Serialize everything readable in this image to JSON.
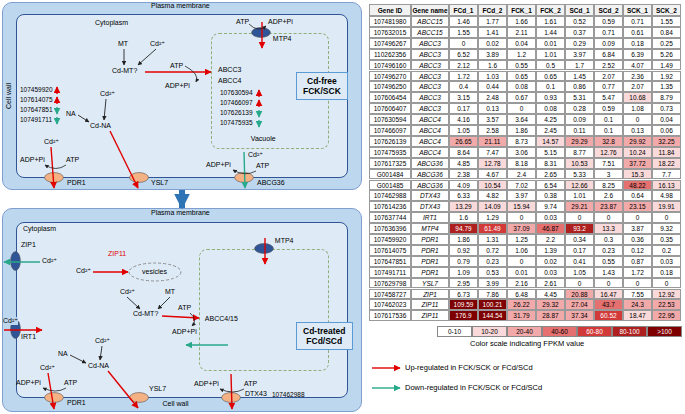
{
  "diagram": {
    "nodes": [
      {
        "text": [
          "Cell wall"
        ]
      },
      {
        "text": [
          "Plasma membrane",
          "Cytoplasm"
        ],
        "in": 0
      },
      {
        "text": [
          "Vacuole"
        ],
        "in": 1
      },
      {
        "text": [
          "MTP4"
        ],
        "in": 2
      },
      {
        "text": [
          "PDR1"
        ],
        "in": 1
      },
      {
        "text": [
          "YSL7"
        ],
        "in": 1
      },
      {
        "text": [
          "ABCG36"
        ],
        "in": 1
      },
      {
        "text": [
          "Cd-free",
          "FCK/SCK"
        ]
      },
      {
        "text": [
          "Cell wall"
        ]
      },
      {
        "text": [
          "Plasma membrane",
          "Cytoplasm"
        ],
        "in": 8
      },
      {
        "text": [
          "ABCC4/15"
        ],
        "in": 9
      },
      {
        "text": [
          "MTP4"
        ],
        "in": 10
      },
      {
        "text": [
          "ZIP1"
        ],
        "in": 9
      },
      {
        "text": [
          "IRT1"
        ],
        "in": 9
      },
      {
        "text": [
          "PDR1"
        ],
        "in": 9
      },
      {
        "text": [
          "YSL7"
        ],
        "in": 9
      },
      {
        "text": [
          "DTX43"
        ],
        "in": 9
      },
      {
        "text": [
          "Cd-treated",
          "FCd/SCd"
        ]
      }
    ],
    "edges": [
      {
        "from": 0,
        "to": 8,
        "arrow": "to"
      }
    ],
    "labels": [
      "MT",
      "Cd²⁺",
      "Cd-MT?",
      "ATP",
      "ADP+Pi",
      "ABCC3",
      "ABCC4",
      "107630594",
      "107466097",
      "107626139",
      "107475935",
      "ADP+Pi",
      "ATP",
      "Cd²⁺",
      "NA",
      "Cd-NA",
      "107459920",
      "107614075",
      "107647851",
      "107491711",
      "Cd²⁺",
      "ADP+Pi",
      "ATP",
      "Cd²⁺",
      "ADP+Pi",
      "ATP",
      "Cd²⁺",
      "ZIP11",
      "Cd²⁺",
      "vesicles",
      "MT",
      "Cd²⁺",
      "Cd-MT?",
      "ATP",
      "ADP+Pi",
      "Cd²⁺",
      "Cd²⁺",
      "NA",
      "Cd-NA",
      "Cd²⁺",
      "ADP+Pi",
      "ATP",
      "ADP+Pi",
      "ATP",
      "107462988",
      "Gene ID",
      "Gene name",
      "FCd_1",
      "FCd_2",
      "FCK_1",
      "FCK_2",
      "SCd_1",
      "SCd_2",
      "SCK_1",
      "SCK_2",
      "107481980",
      "ABCC15",
      "1.46",
      "1.77",
      "1.66",
      "1.61",
      "0.52",
      "0.59",
      "0.71",
      "1.55",
      "107632015",
      "ABCC15",
      "1.55",
      "1.41",
      "2.11",
      "1.44",
      "0.37",
      "0.71",
      "0.61",
      "0.84",
      "107496267",
      "ABCC3",
      "0",
      "0.02",
      "0.04",
      "0.01",
      "0.29",
      "0.09",
      "0.18",
      "0.25",
      "110262356",
      "ABCC3",
      "6.52",
      "3.89",
      "1.2",
      "1.01",
      "3.97",
      "6.84",
      "6.39",
      "5.26",
      "107496160",
      "ABCC3",
      "2.12",
      "1.6",
      "0.55",
      "0.5",
      "1.7",
      "2.52",
      "4.07",
      "1.49",
      "107496270",
      "ABCC3",
      "1.72",
      "1.03",
      "0.65",
      "0.65",
      "1.45",
      "2.07",
      "2.36",
      "1.92",
      "107496250",
      "ABCC3",
      "0.4",
      "0.44",
      "0.08",
      "0.1",
      "0.86",
      "0.77",
      "2.07",
      "1.35",
      "107606454",
      "ABCC3",
      "3.15",
      "2.48",
      "0.67",
      "0.93",
      "5.31",
      "5.47",
      "10.68",
      "8.79",
      "107606407",
      "ABCC3",
      "0.17",
      "0.13",
      "0",
      "0.08",
      "0.28",
      "0.59",
      "1.08",
      "0.73",
      "107630594",
      "ABCC4",
      "4.16",
      "3.57",
      "3.64",
      "4.25",
      "0.09",
      "0.1",
      "0",
      "0.04",
      "107466097",
      "ABCC4",
      "1.05",
      "2.58",
      "1.86",
      "2.45",
      "0.11",
      "0.1",
      "0.13",
      "0.06",
      "107626139",
      "ABCC4",
      "26.65",
      "21.11",
      "8.73",
      "14.57",
      "29.29",
      "32.8",
      "29.92",
      "32.25",
      "107475935",
      "ABCC4",
      "8.64",
      "7.47",
      "3.06",
      "5.15",
      "8.77",
      "12.76",
      "10.24",
      "11.84",
      "107617325",
      "ABCG36",
      "4.85",
      "12.78",
      "8.18",
      "8.31",
      "10.53",
      "7.51",
      "37.72",
      "18.22",
      "G001484",
      "ABCG36",
      "2.38",
      "4.67",
      "2.4",
      "2.65",
      "5.33",
      "3",
      "15.3",
      "7.7",
      "G001485",
      "ABCG36",
      "4.09",
      "10.54",
      "7.02",
      "6.54",
      "12.66",
      "8.25",
      "48.22",
      "16.13",
      "107462988",
      "DTX43",
      "6.33",
      "4.82",
      "3.97",
      "0.38",
      "1.01",
      "2.6",
      "0.64",
      "4.98",
      "107614236",
      "DTX43",
      "13.29",
      "14.09",
      "15.94",
      "9.74",
      "29.21",
      "23.87",
      "23.15",
      "19.91",
      "107637744",
      "IRT1",
      "1.6",
      "1.29",
      "0",
      "0.03",
      "0",
      "0",
      "0",
      "0",
      "107636396",
      "MTP4",
      "94.79",
      "61.49",
      "37.09",
      "46.87",
      "93.2",
      "13.3",
      "3.87",
      "9.32",
      "107459920",
      "PDR1",
      "1.86",
      "1.31",
      "1.25",
      "2.2",
      "0.34",
      "0.3",
      "0.36",
      "0.35",
      "107614075",
      "PDR1",
      "0.92",
      "0.72",
      "1.06",
      "1.39",
      "0.17",
      "0.23",
      "0.12",
      "0.2",
      "107647851",
      "PDR1",
      "0.79",
      "0.23",
      "0",
      "0.02",
      "0.41",
      "0.55",
      "0.87",
      "0.03",
      "107491711",
      "PDR1",
      "1.09",
      "0.53",
      "0.01",
      "0.03",
      "1.05",
      "1.43",
      "1.72",
      "0.18",
      "107629798",
      "YSL7",
      "2.95",
      "3.99",
      "2.16",
      "2.61",
      "0",
      "0",
      "0",
      "0",
      "107458727",
      "ZIP1",
      "6.73",
      "7.86",
      "6.48",
      "4.45",
      "20.88",
      "16.47",
      "7.55",
      "12.92",
      "107462023",
      "ZIP11",
      "109.59",
      "100.21",
      "26.22",
      "29.32",
      "27.04",
      "43.7",
      "24.3",
      "22.53",
      "107617536",
      "ZIP11",
      "176.9",
      "144.54",
      "31.79",
      "28.87",
      "37.34",
      "60.52",
      "18.47",
      "22.95",
      "Color scale indicating FPKM value"
    ],
    "legend": [
      {
        "text": "0-10",
        "color": "#ffffff"
      },
      {
        "text": "10-20",
        "color": "#f9d9d9"
      },
      {
        "text": "20-40",
        "color": "#f2a9a9"
      },
      {
        "text": "40-60",
        "color": "#e47070"
      },
      {
        "text": "60-80",
        "color": "#d23a3a"
      },
      {
        "text": "80-100",
        "color": "#ae1f1f"
      },
      {
        "text": ">100",
        "color": "#7f0000"
      },
      {
        "text": "Up-regulated in FCK/SCK or FCd/SCd"
      },
      {
        "text": "Down-regulated in FCK/SCK or FCd/SCd"
      }
    ]
  }
}
